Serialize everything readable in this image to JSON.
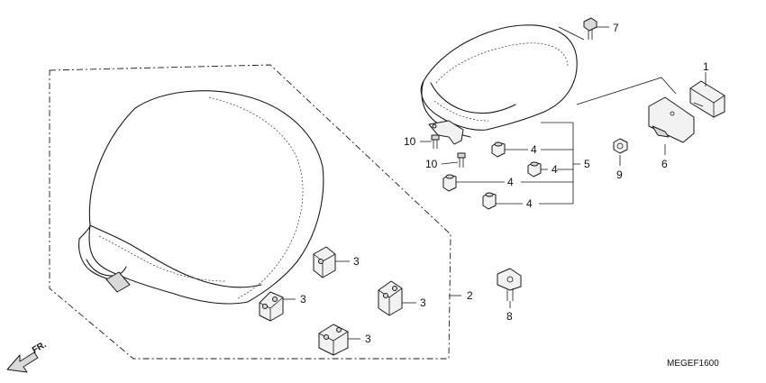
{
  "diagram": {
    "drawing_code": "MEGEF1600",
    "front_marker": "FR.",
    "callouts": {
      "c1": "1",
      "c2": "2",
      "c3a": "3",
      "c3b": "3",
      "c3c": "3",
      "c3d": "3",
      "c4a": "4",
      "c4b": "4",
      "c4c": "4",
      "c4d": "4",
      "c5": "5",
      "c6": "6",
      "c7": "7",
      "c8": "8",
      "c9": "9",
      "c10a": "10",
      "c10b": "10"
    }
  }
}
